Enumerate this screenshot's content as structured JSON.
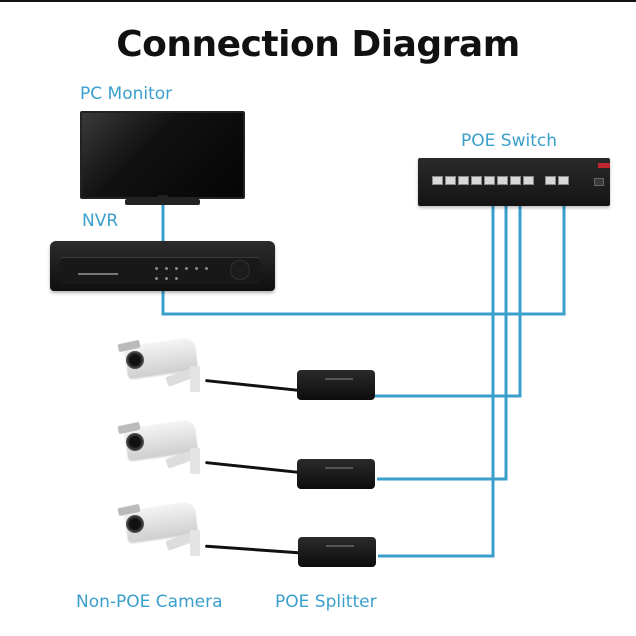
{
  "title": "Connection Diagram",
  "labels": {
    "pc_monitor": "PC Monitor",
    "nvr": "NVR",
    "poe_switch": "POE Switch",
    "non_poe_camera": "Non-POE Camera",
    "poe_splitter": "POE Splitter"
  },
  "colors": {
    "wire": "#3a9fcb",
    "label": "#3a9fcb",
    "title": "#111111"
  },
  "devices": [
    {
      "id": "pc-monitor",
      "type": "monitor"
    },
    {
      "id": "nvr",
      "type": "network-video-recorder"
    },
    {
      "id": "poe-switch",
      "type": "switch",
      "ports": 10
    },
    {
      "id": "camera-1",
      "type": "non-poe-camera"
    },
    {
      "id": "camera-2",
      "type": "non-poe-camera"
    },
    {
      "id": "camera-3",
      "type": "non-poe-camera"
    },
    {
      "id": "splitter-1",
      "type": "poe-splitter"
    },
    {
      "id": "splitter-2",
      "type": "poe-splitter"
    },
    {
      "id": "splitter-3",
      "type": "poe-splitter"
    }
  ],
  "connections": [
    {
      "from": "pc-monitor",
      "to": "nvr"
    },
    {
      "from": "nvr",
      "to": "poe-switch"
    },
    {
      "from": "poe-switch",
      "to": "splitter-1"
    },
    {
      "from": "poe-switch",
      "to": "splitter-2"
    },
    {
      "from": "poe-switch",
      "to": "splitter-3"
    },
    {
      "from": "splitter-1",
      "to": "camera-1"
    },
    {
      "from": "splitter-2",
      "to": "camera-2"
    },
    {
      "from": "splitter-3",
      "to": "camera-3"
    }
  ]
}
